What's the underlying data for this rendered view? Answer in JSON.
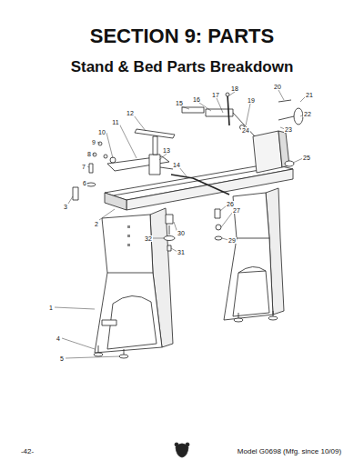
{
  "diagram": {
    "title": "SECTION 9: PARTS",
    "labels": [
      "Stand & Bed Parts Breakdown",
      "1",
      "2",
      "3",
      "4",
      "5",
      "6",
      "7",
      "8",
      "9",
      "10",
      "11",
      "12",
      "13",
      "14",
      "15",
      "16",
      "17",
      "18",
      "19",
      "20",
      "21",
      "22",
      "23",
      "24",
      "25",
      "26",
      "27",
      "29",
      "30",
      "31",
      "32",
      "-42-",
      "Model G0698 (Mfg. since 10/09)"
    ]
  }
}
